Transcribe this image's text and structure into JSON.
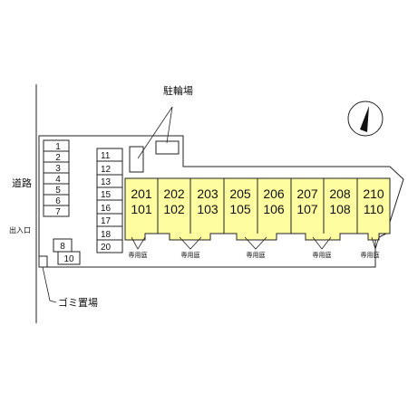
{
  "labels": {
    "bicycle_parking": "駐輪場",
    "road": "道路",
    "entrance": "出入口",
    "garbage": "ゴミ置場"
  },
  "parking_left": [
    "1",
    "2",
    "3",
    "4",
    "5",
    "6",
    "7"
  ],
  "parking_middle": [
    "11",
    "12",
    "13",
    "15",
    "16",
    "17",
    "18",
    "20"
  ],
  "parking_bottom": [
    "8",
    "10"
  ],
  "units": [
    {
      "upper": "201",
      "lower": "101"
    },
    {
      "upper": "202",
      "lower": "102"
    },
    {
      "upper": "203",
      "lower": "103"
    },
    {
      "upper": "205",
      "lower": "105"
    },
    {
      "upper": "206",
      "lower": "106"
    },
    {
      "upper": "207",
      "lower": "107"
    },
    {
      "upper": "208",
      "lower": "108"
    },
    {
      "upper": "210",
      "lower": "110"
    }
  ],
  "garden_labels": [
    "専用庭",
    "専用庭",
    "専用庭",
    "専用庭",
    "専用庭"
  ],
  "colors": {
    "building_fill": "#fefea0",
    "line": "#222222",
    "background": "#ffffff"
  }
}
